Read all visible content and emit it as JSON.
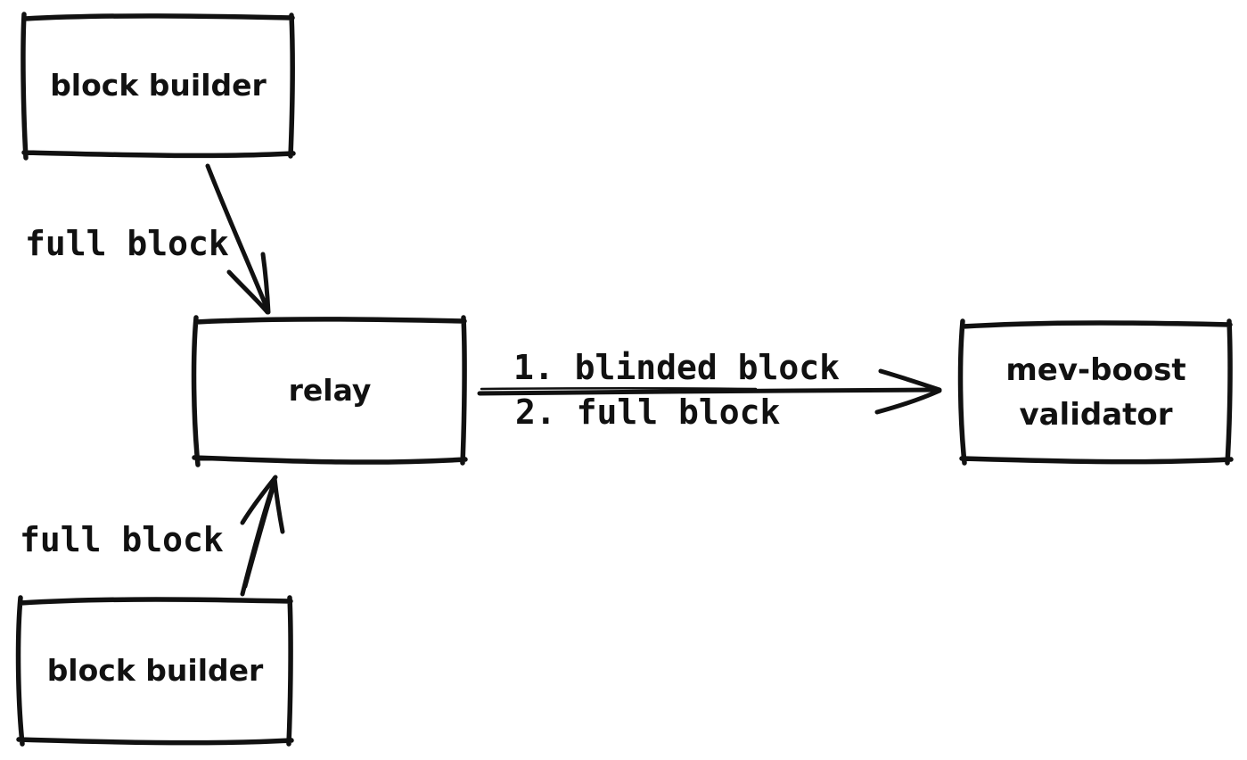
{
  "canvas": {
    "background": "#ffffff",
    "ink": "#111111"
  },
  "nodes": {
    "builder_top": {
      "label": "block builder"
    },
    "relay": {
      "label": "relay"
    },
    "validator": {
      "label_line1": "mev-boost",
      "label_line2": "validator"
    },
    "builder_bottom": {
      "label": "block builder"
    }
  },
  "edges": {
    "top_builder_to_relay": {
      "label": "full block"
    },
    "bottom_builder_to_relay": {
      "label": "full block"
    },
    "relay_to_validator": {
      "label_line1": "1. blinded block",
      "label_line2": "2. full block"
    }
  }
}
